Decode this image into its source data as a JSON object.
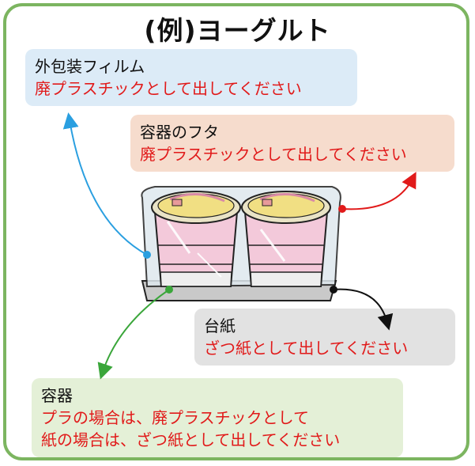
{
  "title": "(例)ヨーグルト",
  "outer_film": {
    "heading": "外包装フィルム",
    "instruction": "廃プラスチックとして出してください"
  },
  "lid": {
    "heading": "容器のフタ",
    "instruction": "廃プラスチックとして出してください"
  },
  "base_paper": {
    "heading": "台紙",
    "instruction": "ざつ紙として出してください"
  },
  "container": {
    "heading": "容器",
    "instruction_plastic": "プラの場合は、廃プラスチックとして",
    "instruction_paper": "紙の場合は、ざつ紙として出してください"
  },
  "colors": {
    "frame": "#7cb560",
    "film_arrow": "#2a9fe0",
    "lid_arrow": "#e11a1a",
    "base_arrow": "#111111",
    "container_arrow": "#3aa63a"
  }
}
